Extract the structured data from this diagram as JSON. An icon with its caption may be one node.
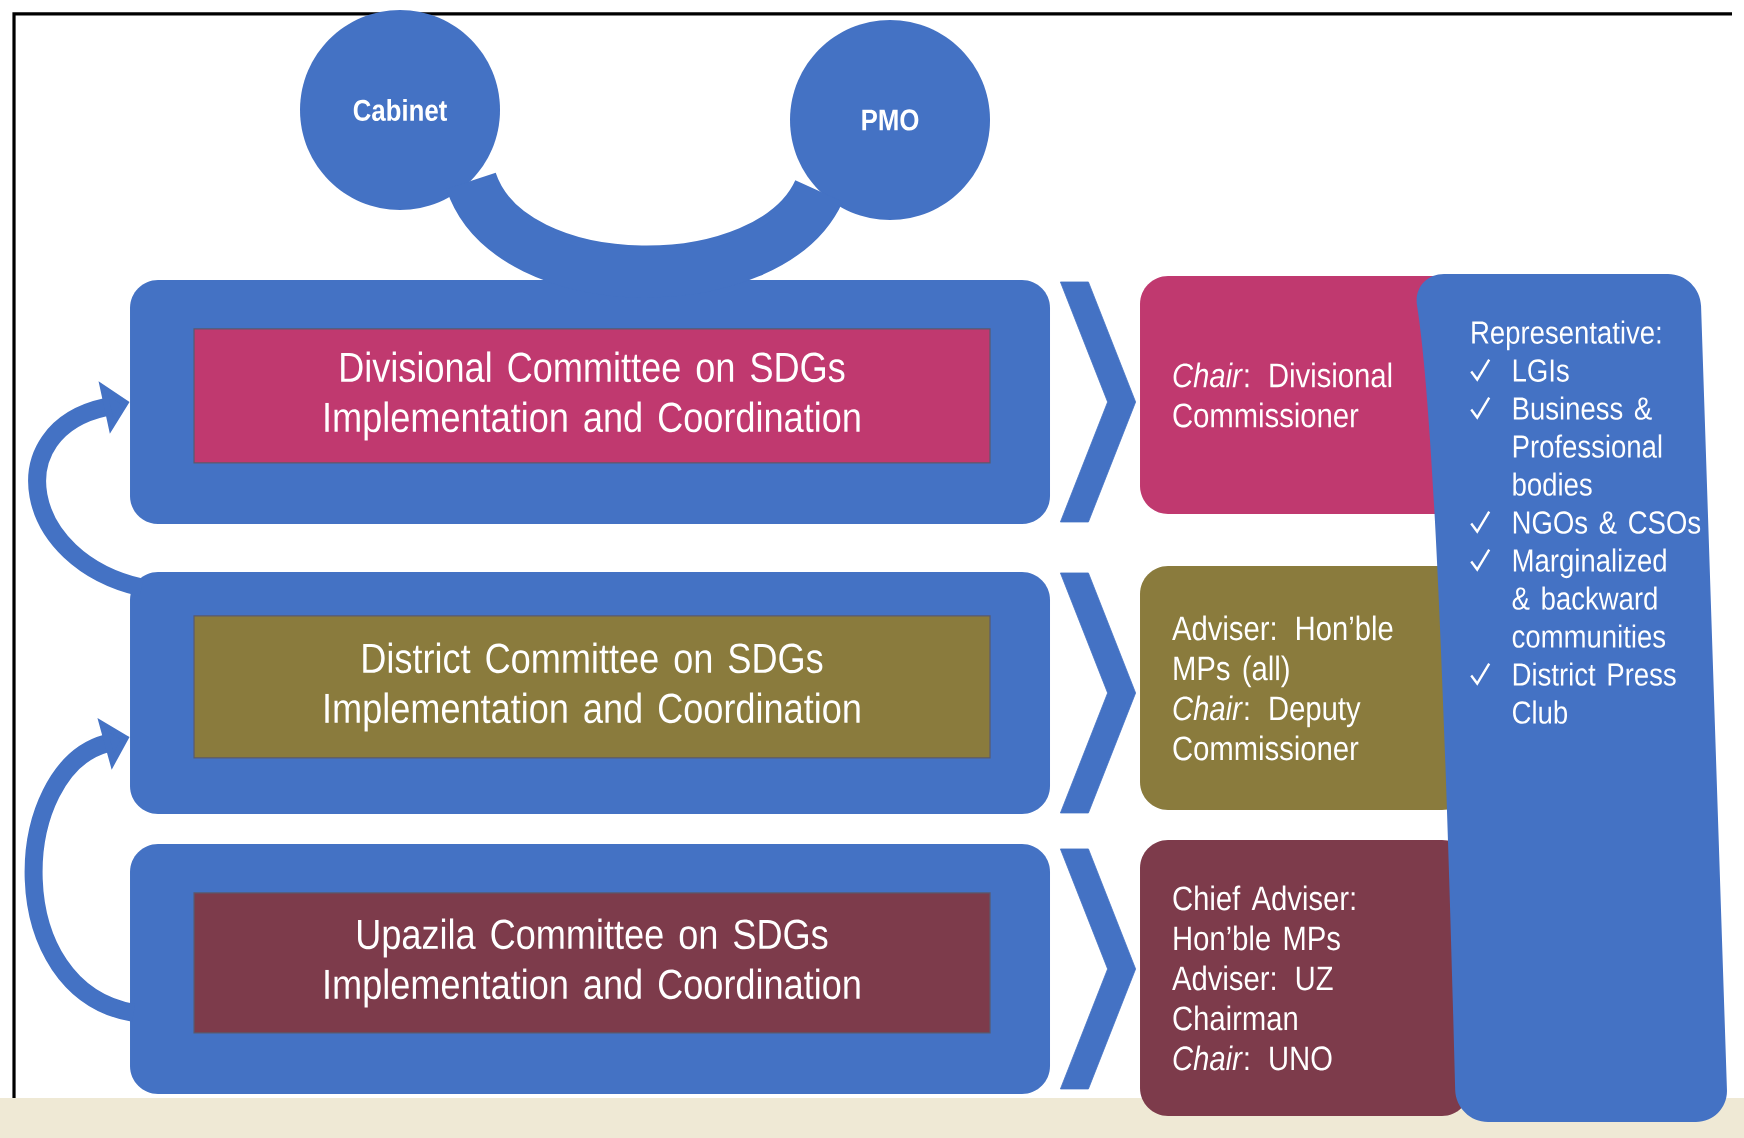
{
  "diagram": {
    "nodes": [
      {
        "text": [
          "Cabinet"
        ]
      },
      {
        "text": [
          "PMO"
        ]
      },
      {
        "text": [],
        "shape": "box"
      },
      {
        "text": [
          "Divisional Committee on SDGs Implementation and Coordination"
        ],
        "in": 2
      },
      {
        "text": [],
        "shape": "box"
      },
      {
        "text": [
          "District Committee on SDGs Implementation and Coordination"
        ],
        "in": 4
      },
      {
        "text": [],
        "shape": "box"
      },
      {
        "text": [
          "Upazila Committee on SDGs Implementation and Coordination"
        ],
        "in": 6
      },
      {
        "text": [
          "*Chair*: Divisional Commissioner"
        ]
      },
      {
        "text": [
          "Adviser: Hon’ble MPs (all)",
          "*Chair*: Deputy Commissioner"
        ]
      },
      {
        "text": [
          "Chief Adviser: Hon’ble MPs",
          "Adviser: UZ Chairman",
          "*Chair*: UNO"
        ]
      },
      {
        "text": [
          "Representative:",
          "LGIs",
          "Business & Professional bodies",
          "NGOs & CSOs",
          "Marginalized & backward communities",
          "District Press Club"
        ]
      }
    ],
    "edges": [
      {
        "from": 0,
        "to": 1,
        "arrow": "none",
        "style": "thick"
      },
      {
        "from": 2,
        "to": 8,
        "arrow": "to"
      },
      {
        "from": 4,
        "to": 9,
        "arrow": "to"
      },
      {
        "from": 6,
        "to": 10,
        "arrow": "to"
      },
      {
        "from": 4,
        "to": 2,
        "arrow": "to"
      },
      {
        "from": 6,
        "to": 4,
        "arrow": "to"
      }
    ]
  }
}
